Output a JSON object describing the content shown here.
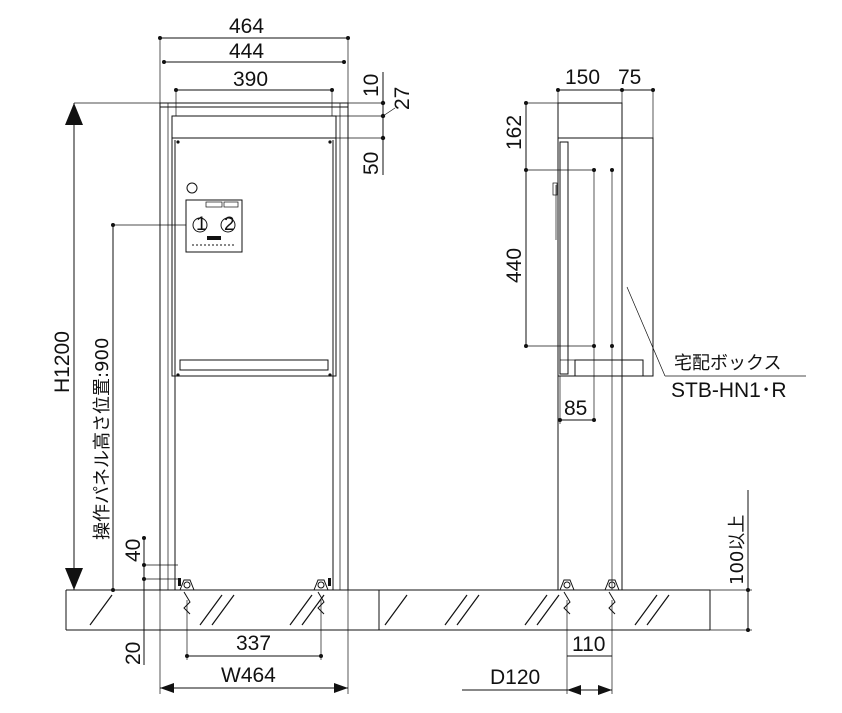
{
  "dimensions": {
    "outer_width_top": "464",
    "inner_width_top": "444",
    "panel_width_top": "390",
    "cap_10": "10",
    "cap_27": "27",
    "gap_50": "50",
    "height_total": "H1200",
    "panel_height": "操作パネル高さ位置:900",
    "base_40": "40",
    "base_20": "20",
    "anchor_337": "337",
    "width_bottom": "W464",
    "side_150": "150",
    "side_75": "75",
    "side_162": "162",
    "side_440": "440",
    "side_85": "85",
    "embed_100": "100以上",
    "anchor_110": "110",
    "depth_bottom": "D120"
  },
  "callout": {
    "name": "宅配ボックス",
    "model": "STB-HN1･R"
  },
  "panel": {
    "label_left": "1",
    "label_right": "2"
  }
}
